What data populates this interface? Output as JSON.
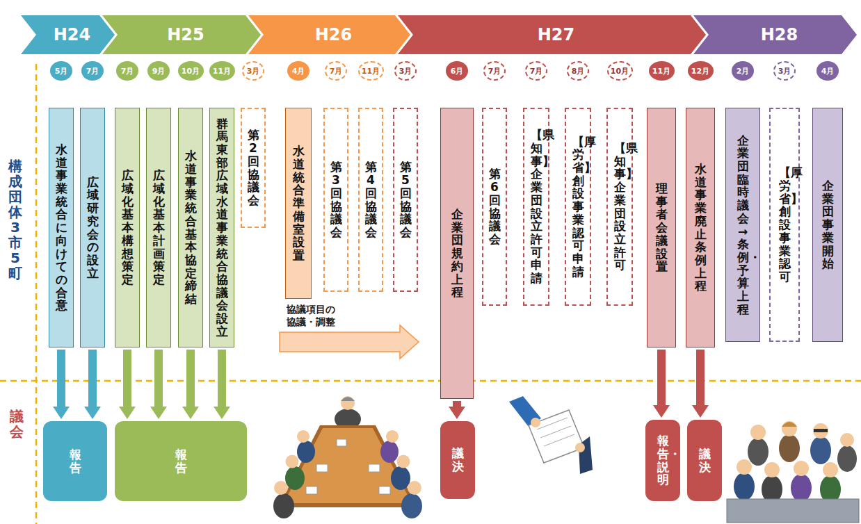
{
  "diagram": {
    "nodes": [
      {
        "text": [
          "H24"
        ]
      },
      {
        "text": [
          "H25"
        ]
      },
      {
        "text": [
          "H26"
        ]
      },
      {
        "text": [
          "H27"
        ]
      },
      {
        "text": [
          "H28"
        ]
      },
      {
        "text": [
          "5月"
        ]
      },
      {
        "text": [
          "水道事業統合に向けての合意"
        ]
      },
      {
        "text": [
          "7月"
        ]
      },
      {
        "text": [
          "広域研究会の設立"
        ]
      },
      {
        "text": [
          "7月"
        ]
      },
      {
        "text": [
          "広域化基本構想策定"
        ]
      },
      {
        "text": [
          "9月"
        ]
      },
      {
        "text": [
          "広域化基本計画策定"
        ]
      },
      {
        "text": [
          "10月"
        ]
      },
      {
        "text": [
          "水道事業統合基本協定締結"
        ]
      },
      {
        "text": [
          "11月"
        ]
      },
      {
        "text": [
          "群馬東部広域水道事業統合協議会設立"
        ]
      },
      {
        "text": [
          "3月"
        ]
      },
      {
        "text": [
          "第2回協議会"
        ]
      },
      {
        "text": [
          "4月"
        ]
      },
      {
        "text": [
          "水道統合準備室設置"
        ]
      },
      {
        "text": [
          "7月"
        ]
      },
      {
        "text": [
          "第3回協議会"
        ]
      },
      {
        "text": [
          "11月"
        ]
      },
      {
        "text": [
          "第4回協議会"
        ]
      },
      {
        "text": [
          "3月"
        ]
      },
      {
        "text": [
          "第5回協議会"
        ]
      },
      {
        "text": [
          "6月"
        ]
      },
      {
        "text": [
          "企業団規約上程"
        ]
      },
      {
        "text": [
          "7月"
        ]
      },
      {
        "text": [
          "第6回協議会"
        ]
      },
      {
        "text": [
          "7月"
        ]
      },
      {
        "text": [
          "【県知事】企業団設立許可申請"
        ]
      },
      {
        "text": [
          "8月"
        ]
      },
      {
        "text": [
          "【厚労省】創設事業認可申請"
        ]
      },
      {
        "text": [
          "10月"
        ]
      },
      {
        "text": [
          "【県知事】企業団設立許可"
        ]
      },
      {
        "text": [
          "11月"
        ]
      },
      {
        "text": [
          "理事者会議設置"
        ]
      },
      {
        "text": [
          "12月"
        ]
      },
      {
        "text": [
          "水道事業廃止条例上程"
        ]
      },
      {
        "text": [
          "2月"
        ]
      },
      {
        "text": [
          "企業団臨時議会→条例・予算上程"
        ]
      },
      {
        "text": [
          "3月"
        ]
      },
      {
        "text": [
          "【厚労省】創設事業認可"
        ]
      },
      {
        "text": [
          "4月"
        ]
      },
      {
        "text": [
          "企業団事業開始"
        ]
      },
      {
        "text": [
          "報告"
        ]
      },
      {
        "text": [
          "報告"
        ]
      },
      {
        "text": [
          "議決"
        ]
      },
      {
        "text": [
          "報告・説明"
        ]
      },
      {
        "text": [
          "議決"
        ]
      }
    ],
    "edges": [
      {
        "from": 6,
        "to": 47,
        "arrow": "to"
      },
      {
        "from": 8,
        "to": 47,
        "arrow": "to"
      },
      {
        "from": 10,
        "to": 48,
        "arrow": "to"
      },
      {
        "from": 12,
        "to": 48,
        "arrow": "to"
      },
      {
        "from": 14,
        "to": 48,
        "arrow": "to"
      },
      {
        "from": 16,
        "to": 48,
        "arrow": "to"
      },
      {
        "from": 28,
        "to": 49,
        "arrow": "to"
      },
      {
        "from": 38,
        "to": 50,
        "arrow": "to"
      },
      {
        "from": 40,
        "to": 51,
        "arrow": "to"
      }
    ],
    "labels": [
      "構成団体3市5町",
      "協議項目の協議・調整",
      "議会"
    ]
  }
}
